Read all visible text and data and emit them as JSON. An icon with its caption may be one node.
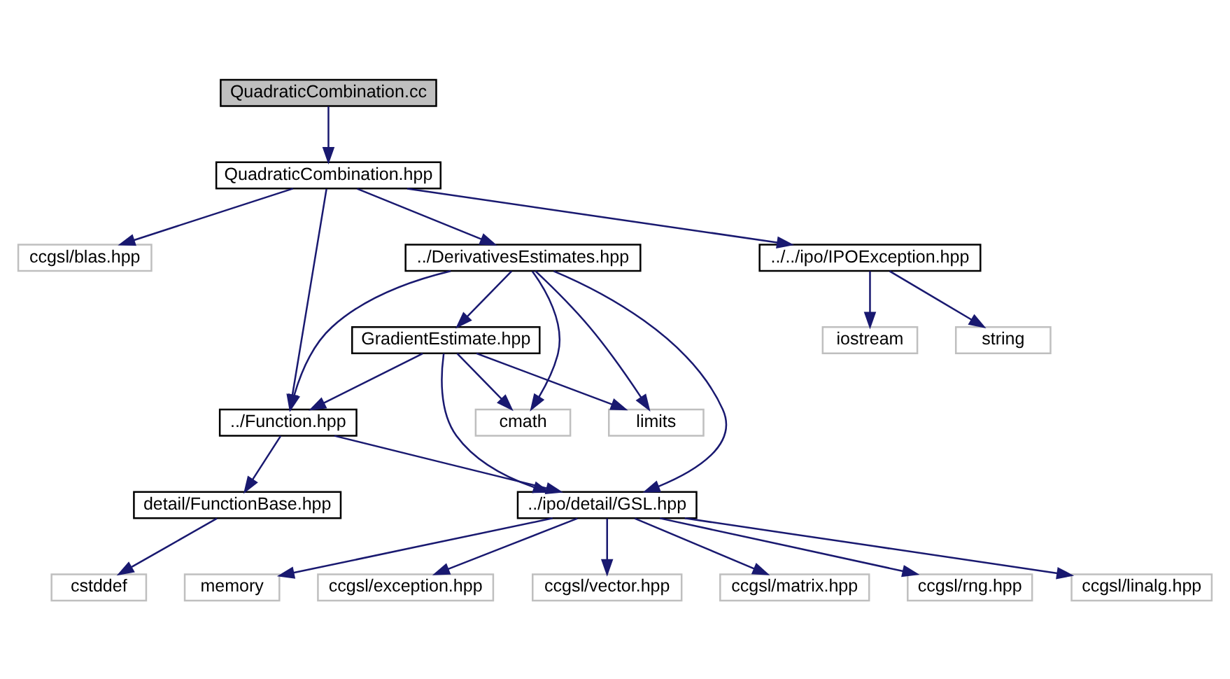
{
  "diagram": {
    "nodes": [
      {
        "text": [
          "QuadraticCombination.cc"
        ]
      },
      {
        "text": [
          "QuadraticCombination.hpp"
        ]
      },
      {
        "text": [
          "ccgsl/blas.hpp"
        ]
      },
      {
        "text": [
          "../DerivativesEstimates.hpp"
        ]
      },
      {
        "text": [
          "../../ipo/IPOException.hpp"
        ]
      },
      {
        "text": [
          "iostream"
        ]
      },
      {
        "text": [
          "string"
        ]
      },
      {
        "text": [
          "GradientEstimate.hpp"
        ]
      },
      {
        "text": [
          "../Function.hpp"
        ]
      },
      {
        "text": [
          "cmath"
        ]
      },
      {
        "text": [
          "limits"
        ]
      },
      {
        "text": [
          "detail/FunctionBase.hpp"
        ]
      },
      {
        "text": [
          "../ipo/detail/GSL.hpp"
        ]
      },
      {
        "text": [
          "cstddef"
        ]
      },
      {
        "text": [
          "ccgsl/matrix.hpp"
        ]
      },
      {
        "text": [
          "ccgsl/rng.hpp"
        ]
      },
      {
        "text": [
          "ccgsl/linalg.hpp"
        ]
      },
      {
        "text": [
          "memory"
        ]
      },
      {
        "text": [
          "ccgsl/exception.hpp"
        ]
      },
      {
        "text": [
          "ccgsl/vector.hpp"
        ]
      }
    ],
    "edges": [
      {
        "from": 0,
        "to": 1,
        "arrow": "to"
      },
      {
        "from": 1,
        "to": 2,
        "arrow": "to"
      },
      {
        "from": 1,
        "to": 8,
        "arrow": "to"
      },
      {
        "from": 1,
        "to": 3,
        "arrow": "to"
      },
      {
        "from": 1,
        "to": 4,
        "arrow": "to"
      },
      {
        "from": 3,
        "to": 7,
        "arrow": "to"
      },
      {
        "from": 3,
        "to": 8,
        "arrow": "to"
      },
      {
        "from": 3,
        "to": 9,
        "arrow": "to"
      },
      {
        "from": 3,
        "to": 10,
        "arrow": "to"
      },
      {
        "from": 3,
        "to": 12,
        "arrow": "to"
      },
      {
        "from": 4,
        "to": 5,
        "arrow": "to"
      },
      {
        "from": 4,
        "to": 6,
        "arrow": "to"
      },
      {
        "from": 7,
        "to": 8,
        "arrow": "to"
      },
      {
        "from": 7,
        "to": 9,
        "arrow": "to"
      },
      {
        "from": 7,
        "to": 10,
        "arrow": "to"
      },
      {
        "from": 7,
        "to": 12,
        "arrow": "to"
      },
      {
        "from": 8,
        "to": 11,
        "arrow": "to"
      },
      {
        "from": 8,
        "to": 12,
        "arrow": "to"
      },
      {
        "from": 11,
        "to": 13,
        "arrow": "to"
      },
      {
        "from": 12,
        "to": 14,
        "arrow": "to"
      },
      {
        "from": 12,
        "to": 15,
        "arrow": "to"
      },
      {
        "from": 12,
        "to": 16,
        "arrow": "to"
      },
      {
        "from": 12,
        "to": 17,
        "arrow": "to"
      },
      {
        "from": 12,
        "to": 18,
        "arrow": "to"
      },
      {
        "from": 12,
        "to": 19,
        "arrow": "to"
      }
    ]
  }
}
